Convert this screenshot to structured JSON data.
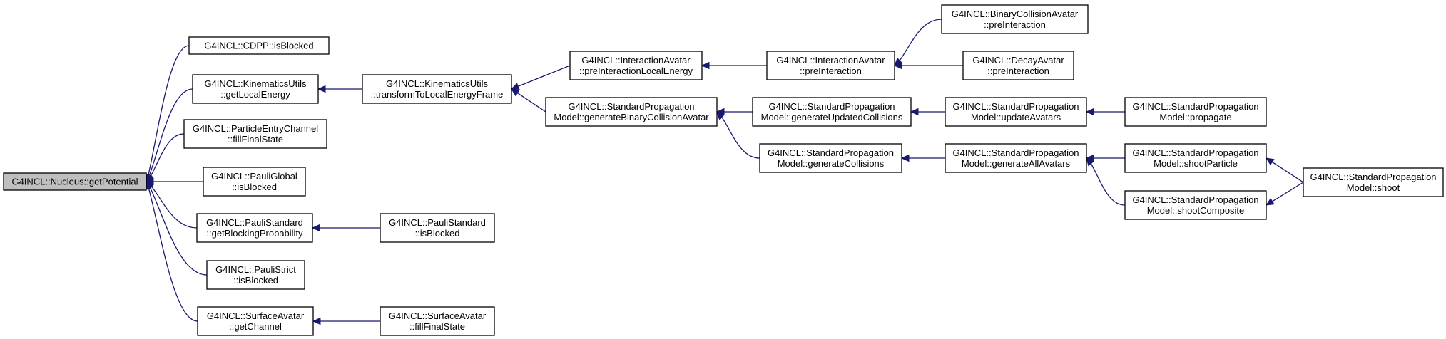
{
  "nodes": {
    "n_root": {
      "lines": [
        "G4INCL::Nucleus::getPotential"
      ],
      "root": true
    },
    "n_cdpp": {
      "lines": [
        "G4INCL::CDPP::isBlocked"
      ]
    },
    "n_kin_local": {
      "lines": [
        "G4INCL::KinematicsUtils",
        "::getLocalEnergy"
      ]
    },
    "n_pec": {
      "lines": [
        "G4INCL::ParticleEntryChannel",
        "::fillFinalState"
      ]
    },
    "n_pglobal": {
      "lines": [
        "G4INCL::PauliGlobal",
        "::isBlocked"
      ]
    },
    "n_pstd_prob": {
      "lines": [
        "G4INCL::PauliStandard",
        "::getBlockingProbability"
      ]
    },
    "n_pstrict": {
      "lines": [
        "G4INCL::PauliStrict",
        "::isBlocked"
      ]
    },
    "n_surf_chan": {
      "lines": [
        "G4INCL::SurfaceAvatar",
        "::getChannel"
      ]
    },
    "n_kin_transform": {
      "lines": [
        "G4INCL::KinematicsUtils",
        "::transformToLocalEnergyFrame"
      ]
    },
    "n_pstd_blocked": {
      "lines": [
        "G4INCL::PauliStandard",
        "::isBlocked"
      ]
    },
    "n_surf_final": {
      "lines": [
        "G4INCL::SurfaceAvatar",
        "::fillFinalState"
      ]
    },
    "n_ia_prelocal": {
      "lines": [
        "G4INCL::InteractionAvatar",
        "::preInteractionLocalEnergy"
      ]
    },
    "n_spm_genbin": {
      "lines": [
        "G4INCL::StandardPropagation",
        "Model::generateBinaryCollisionAvatar"
      ]
    },
    "n_ia_pre": {
      "lines": [
        "G4INCL::InteractionAvatar",
        "::preInteraction"
      ]
    },
    "n_spm_genupd": {
      "lines": [
        "G4INCL::StandardPropagation",
        "Model::generateUpdatedCollisions"
      ]
    },
    "n_spm_gencol": {
      "lines": [
        "G4INCL::StandardPropagation",
        "Model::generateCollisions"
      ]
    },
    "n_bca_pre": {
      "lines": [
        "G4INCL::BinaryCollisionAvatar",
        "::preInteraction"
      ]
    },
    "n_decay_pre": {
      "lines": [
        "G4INCL::DecayAvatar",
        "::preInteraction"
      ]
    },
    "n_spm_upd": {
      "lines": [
        "G4INCL::StandardPropagation",
        "Model::updateAvatars"
      ]
    },
    "n_spm_genall": {
      "lines": [
        "G4INCL::StandardPropagation",
        "Model::generateAllAvatars"
      ]
    },
    "n_spm_prop": {
      "lines": [
        "G4INCL::StandardPropagation",
        "Model::propagate"
      ]
    },
    "n_spm_shootp": {
      "lines": [
        "G4INCL::StandardPropagation",
        "Model::shootParticle"
      ]
    },
    "n_spm_shootc": {
      "lines": [
        "G4INCL::StandardPropagation",
        "Model::shootComposite"
      ]
    },
    "n_spm_shoot": {
      "lines": [
        "G4INCL::StandardPropagation",
        "Model::shoot"
      ]
    }
  },
  "edges": [
    {
      "from": "n_cdpp",
      "to": "n_root"
    },
    {
      "from": "n_kin_local",
      "to": "n_root"
    },
    {
      "from": "n_pec",
      "to": "n_root"
    },
    {
      "from": "n_pglobal",
      "to": "n_root"
    },
    {
      "from": "n_pstd_prob",
      "to": "n_root"
    },
    {
      "from": "n_pstrict",
      "to": "n_root"
    },
    {
      "from": "n_surf_chan",
      "to": "n_root"
    },
    {
      "from": "n_kin_transform",
      "to": "n_kin_local"
    },
    {
      "from": "n_pstd_blocked",
      "to": "n_pstd_prob"
    },
    {
      "from": "n_surf_final",
      "to": "n_surf_chan"
    },
    {
      "from": "n_ia_prelocal",
      "to": "n_kin_transform"
    },
    {
      "from": "n_spm_genbin",
      "to": "n_kin_transform"
    },
    {
      "from": "n_ia_pre",
      "to": "n_ia_prelocal"
    },
    {
      "from": "n_spm_genupd",
      "to": "n_spm_genbin"
    },
    {
      "from": "n_spm_gencol",
      "to": "n_spm_genbin"
    },
    {
      "from": "n_bca_pre",
      "to": "n_ia_pre"
    },
    {
      "from": "n_decay_pre",
      "to": "n_ia_pre"
    },
    {
      "from": "n_spm_upd",
      "to": "n_spm_genupd"
    },
    {
      "from": "n_spm_genall",
      "to": "n_spm_gencol"
    },
    {
      "from": "n_spm_prop",
      "to": "n_spm_upd"
    },
    {
      "from": "n_spm_shootp",
      "to": "n_spm_genall"
    },
    {
      "from": "n_spm_shootc",
      "to": "n_spm_genall"
    },
    {
      "from": "n_spm_shoot",
      "to": "n_spm_shootp"
    },
    {
      "from": "n_spm_shoot",
      "to": "n_spm_shootc"
    }
  ]
}
